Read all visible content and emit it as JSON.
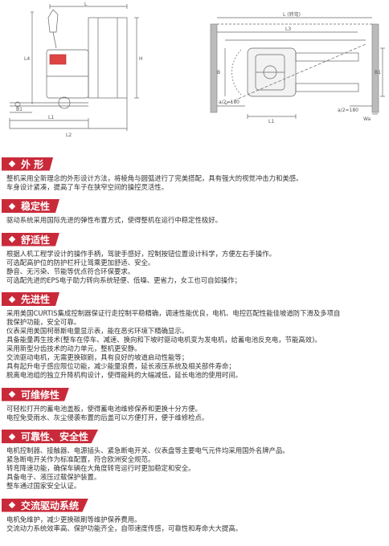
{
  "drawings": {
    "side_view": {
      "labels": {
        "l": "L",
        "l1": "L1",
        "l2": "L2",
        "b1": "B1",
        "h": "H",
        "l_front": "L4"
      }
    },
    "top_view": {
      "labels": {
        "length_turn": "L (转弯)",
        "l3": "L3",
        "wheelbase": "L1",
        "b": "B",
        "b1": "B1",
        "a_turn": "a/2=180",
        "a_turn2": "a/2=180",
        "wa": "Wa"
      }
    }
  },
  "sections": [
    {
      "title": "外 形",
      "lines": [
        "整机采用全新理念的外形设计方法，将棱角与圆弧进行了完美搭配，具有强大的视觉冲击力和美感。",
        "车身设计紧凑，提高了车子在狭窄空间的操控灵活性。"
      ]
    },
    {
      "title": "稳定性",
      "lines": [
        "驱动系统采用国际先进的弹性布置方式，使得整机在运行中稳定性极好。"
      ]
    },
    {
      "title": "舒适性",
      "lines": [
        "根据人机工程学设计的操作手柄，驾驶手感好，控制按钮位置设计科学，方便左右手操作。",
        "可选配高护位的防护栏杆让驾乘更加舒适、安全。",
        "静音、无污染、节能等优点符合环保要求。",
        "可选配先进的EPS电子助力转向系统轻便、低噪、更省力，女工也可自如操作；"
      ]
    },
    {
      "title": "先进性",
      "lines": [
        "采用美国CURTIS集成控制器保证行走控制平稳精确，调速性能优良，电机、电控匹配性能佳坡道防下滑及多项自",
        "我保护功能，安全可靠。",
        "仪表采用美国柯蒂斯电量显示表，能在恶劣环境下精确显示。",
        "具备能量再生技术(整车在停车、减速、换向和下坡时驱动电机变为发电机，给蓄电池反充电，节能高效)。",
        "采用新型分齿技术的动力单元，整机更安静。",
        "交流驱动电机，无需更换碳刷，具有良好的坡道启动性能等；",
        "具有起升电子感应限位功能，减少能量浪费，延长液压系统及相关部件寿命；",
        "脱离电池组的独立升降机构设计，使得能耗的大幅减低，延长电池的使用时间。"
      ]
    },
    {
      "title": "可维修性",
      "lines": [
        "可轻松打开的蓄电池盖板，使得蓄电池维修保养和更换十分方便。",
        "电控免受雨水、灰尘侵袭布置的后盖可以方便打开，便于维修检点。"
      ]
    },
    {
      "title": "可靠性、安全性",
      "lines": [
        "电机控制器、接触器、电源插头、紧急断电开关、仪表盘等主要电气元件均采用国外名牌产品。",
        "紧急断电开关作为标准配置，符合欧洲安全规范。",
        "转弯降速功能，确保车辆在大角度转弯运行时更加稳定和安全。",
        "具备电子、液压过载保护装置。",
        "整车通过国家安全认证。"
      ]
    },
    {
      "title": "交流驱动系统",
      "lines": [
        "电机免维护，减少更换碳刷等维护保养费用。",
        "交流动力系统效率高、保护功能齐全，自带速度传感，可靠性和寿命大大提高。"
      ]
    }
  ],
  "colors": {
    "accent": "#c92a3a",
    "text": "#333333",
    "line": "#666666"
  }
}
